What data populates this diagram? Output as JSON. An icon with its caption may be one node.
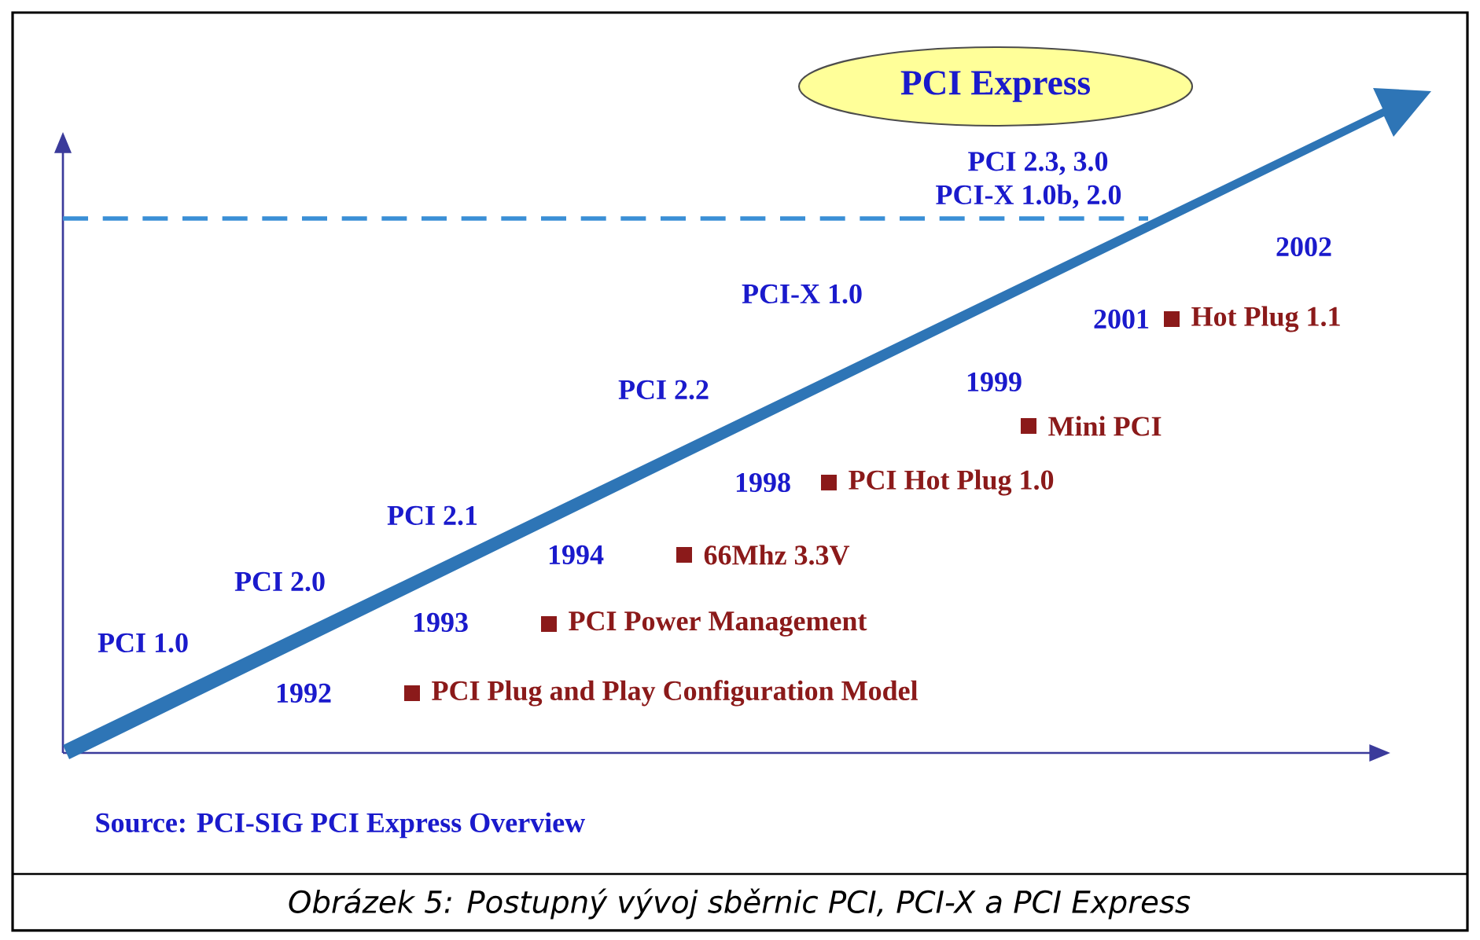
{
  "diagram": {
    "caption": "Obrázek 5: Postupný vývoj sběrnic PCI, PCI-X a PCI Express",
    "nodes": [
      {
        "text": [
          "PCI Express"
        ]
      }
    ],
    "labels": [
      "PCI 2.3, 3.0",
      "PCI-X 1.0b, 2.0",
      "2002",
      "PCI-X 1.0",
      "2001",
      "Hot Plug 1.1",
      "PCI 2.2",
      "1999",
      "Mini PCI",
      "1998",
      "PCI Hot Plug 1.0",
      "PCI 2.1",
      "1994",
      "66Mhz 3.3V",
      "PCI 2.0",
      "1993",
      "PCI Power Management",
      "PCI 1.0",
      "1992",
      "PCI Plug and Play Configuration Model",
      "Source: PCI-SIG PCI Express Overview"
    ]
  }
}
